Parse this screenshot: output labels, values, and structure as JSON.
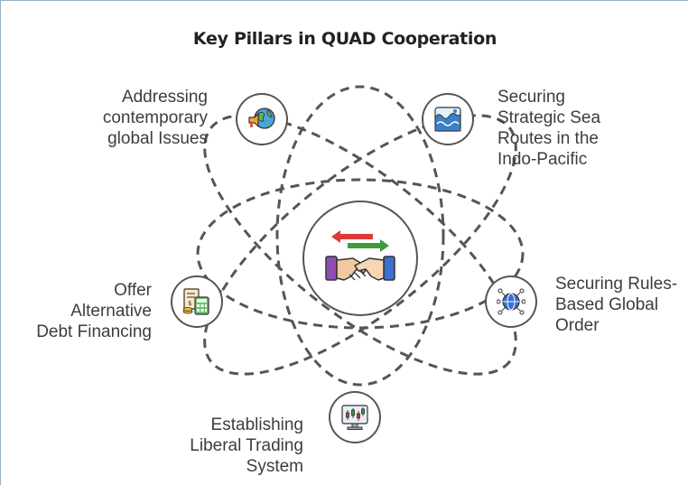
{
  "title": "Key Pillars in QUAD Cooperation",
  "pillars": [
    {
      "id": "global-issues",
      "lines": [
        "Addressing",
        "contemporary",
        "global Issues"
      ],
      "icon": "globe-megaphone-icon"
    },
    {
      "id": "sea-routes",
      "lines": [
        "Securing",
        "Strategic Sea",
        "Routes in the",
        "Indo-Pacific"
      ],
      "icon": "ocean-waves-icon"
    },
    {
      "id": "rules-based-order",
      "lines": [
        "Securing Rules-",
        "Based Global",
        "Order"
      ],
      "icon": "network-globe-icon"
    },
    {
      "id": "debt-financing",
      "lines": [
        "Offer",
        "Alternative",
        "Debt Financing"
      ],
      "icon": "calculator-invoice-icon"
    },
    {
      "id": "trading-system",
      "lines": [
        "Establishing",
        "Liberal Trading",
        "System"
      ],
      "icon": "trading-chart-icon"
    }
  ],
  "center": {
    "icon": "handshake-exchange-icon"
  },
  "colors": {
    "orbit": "#555555",
    "arrow_red": "#d93b3b",
    "arrow_green": "#3e9c3e",
    "skin": "#f2c9a0",
    "sleeve_purple": "#8e4fb5",
    "sleeve_blue": "#3b6fd1"
  }
}
